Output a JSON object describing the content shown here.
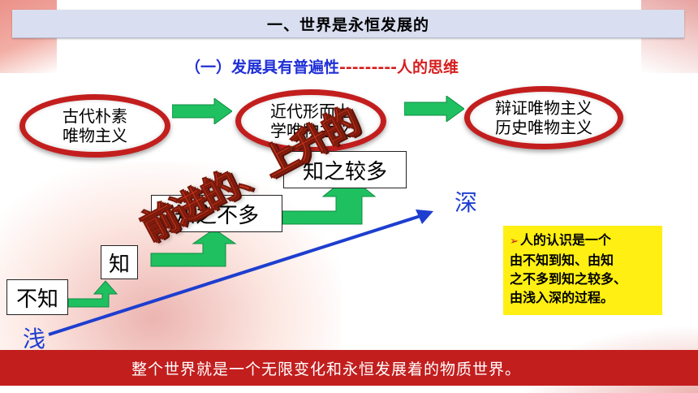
{
  "header": {
    "title": "一、世界是永恒发展的"
  },
  "subtitle": {
    "part1": "（一）发展具有普遍性",
    "part2": "---------人的思维"
  },
  "stages": [
    {
      "line1": "古代朴素",
      "line2": "唯物主义"
    },
    {
      "line1": "近代形而上",
      "line2": "学唯物主义"
    },
    {
      "line1": "辩证唯物主义",
      "line2": "历史唯物主义"
    }
  ],
  "steps": [
    "不知",
    "知",
    "知之不多",
    "知之较多"
  ],
  "labels": {
    "shallow": "浅",
    "deep": "深",
    "slogan": "前进的、上升的"
  },
  "note": {
    "bullet": "➢",
    "lines": [
      "人的认识是一个",
      "由不知到知、由知",
      "之不多到知之较多、",
      "由浅入深的过程。"
    ]
  },
  "footer": {
    "text": "整个世界就是一个无限变化和永恒发展着的物质世界。"
  },
  "colors": {
    "accent_red": "#c21e1e",
    "arrow_green": "#1fc060",
    "note_yellow": "#ffef12",
    "title_blue": "#1f2fd6"
  }
}
